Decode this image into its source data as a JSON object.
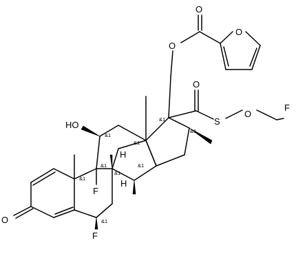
{
  "atoms": {
    "o_ester_carbonyl": "O",
    "o_furan": "O",
    "o_ester_link": "O",
    "o_thio_carbonyl": "O",
    "f_fluoromethyl": "F",
    "s_thio": "S",
    "o_thio": "O",
    "ho_11": "HO",
    "h_8": "H",
    "h_14": "H",
    "f_9": "F",
    "o_ketone": "O",
    "f_6": "F"
  },
  "stereo_label": "&1"
}
